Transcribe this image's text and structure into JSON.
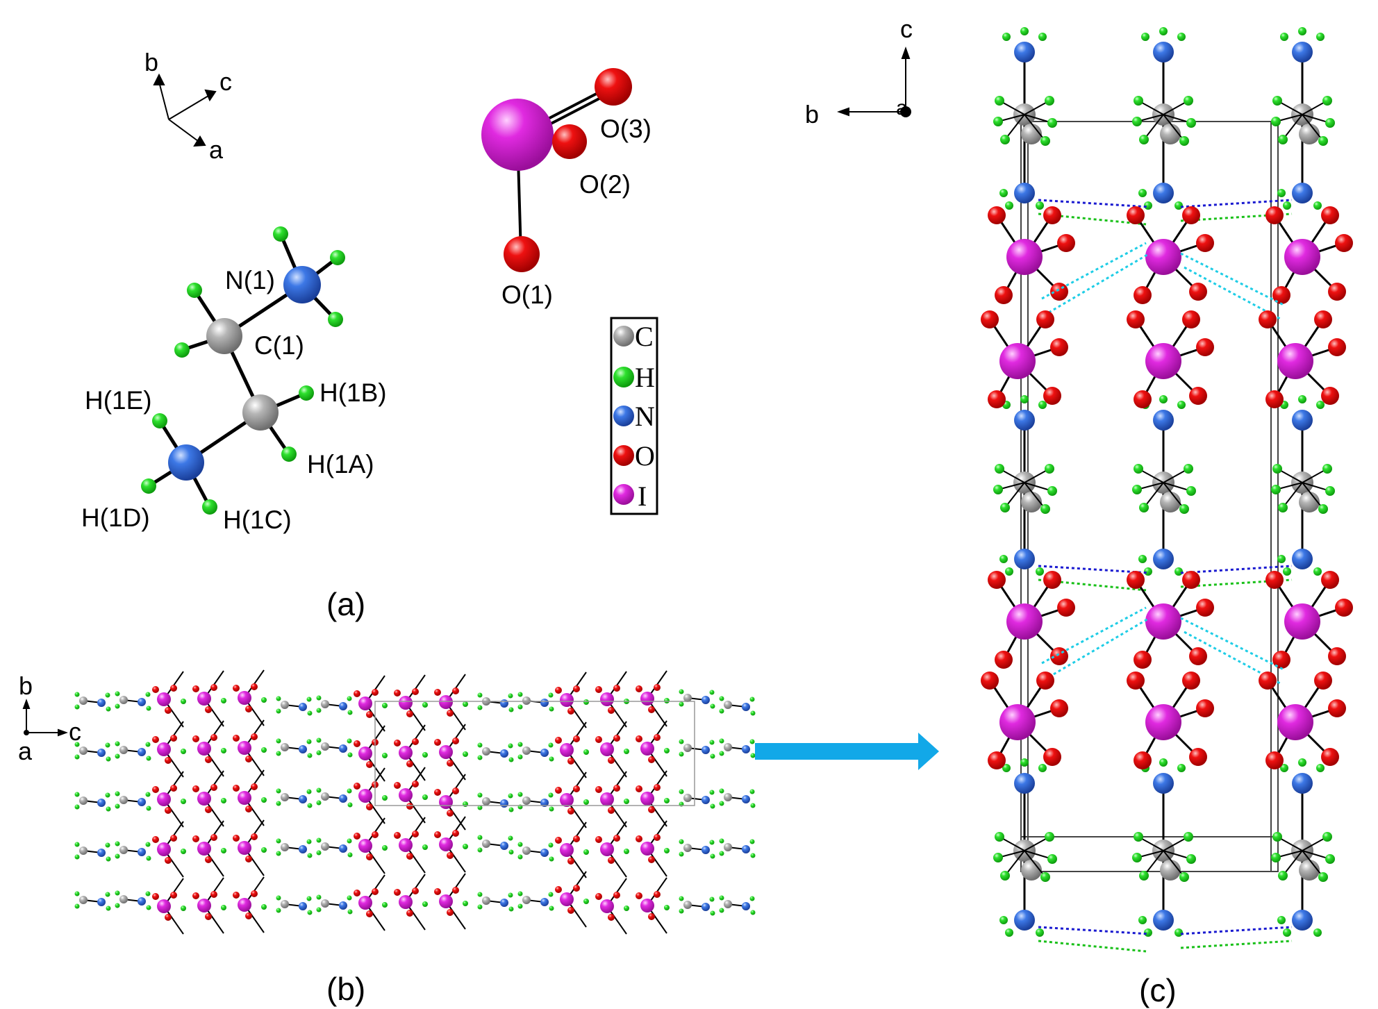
{
  "colors": {
    "C": "#8c8c8c",
    "H": "#19d219",
    "N": "#2a63d6",
    "O": "#dd0000",
    "I": "#d21ad2",
    "bond": "#000000",
    "hb_blue": "#1a1ad0",
    "hb_green": "#19c019",
    "hb_cyan": "#1ecde6",
    "arrow": "#12a8e8"
  },
  "panel_a": {
    "caption": "(a)",
    "axes": {
      "a": "a",
      "b": "b",
      "c": "c"
    },
    "atom_labels": {
      "N1": "N(1)",
      "C1": "C(1)",
      "H1B": "H(1B)",
      "H1E": "H(1E)",
      "H1A": "H(1A)",
      "H1D": "H(1D)",
      "H1C": "H(1C)",
      "O1": "O(1)",
      "O2": "O(2)",
      "O3": "O(3)"
    },
    "legend": [
      {
        "element": "C",
        "color_key": "C"
      },
      {
        "element": "H",
        "color_key": "H"
      },
      {
        "element": "N",
        "color_key": "N"
      },
      {
        "element": "O",
        "color_key": "O"
      },
      {
        "element": "I",
        "color_key": "I"
      }
    ]
  },
  "panel_b": {
    "caption": "(b)",
    "axes": {
      "a": "a",
      "b": "b",
      "c": "c"
    }
  },
  "panel_c": {
    "caption": "(c)",
    "axes": {
      "a": "a",
      "b": "b",
      "c": "c"
    }
  }
}
